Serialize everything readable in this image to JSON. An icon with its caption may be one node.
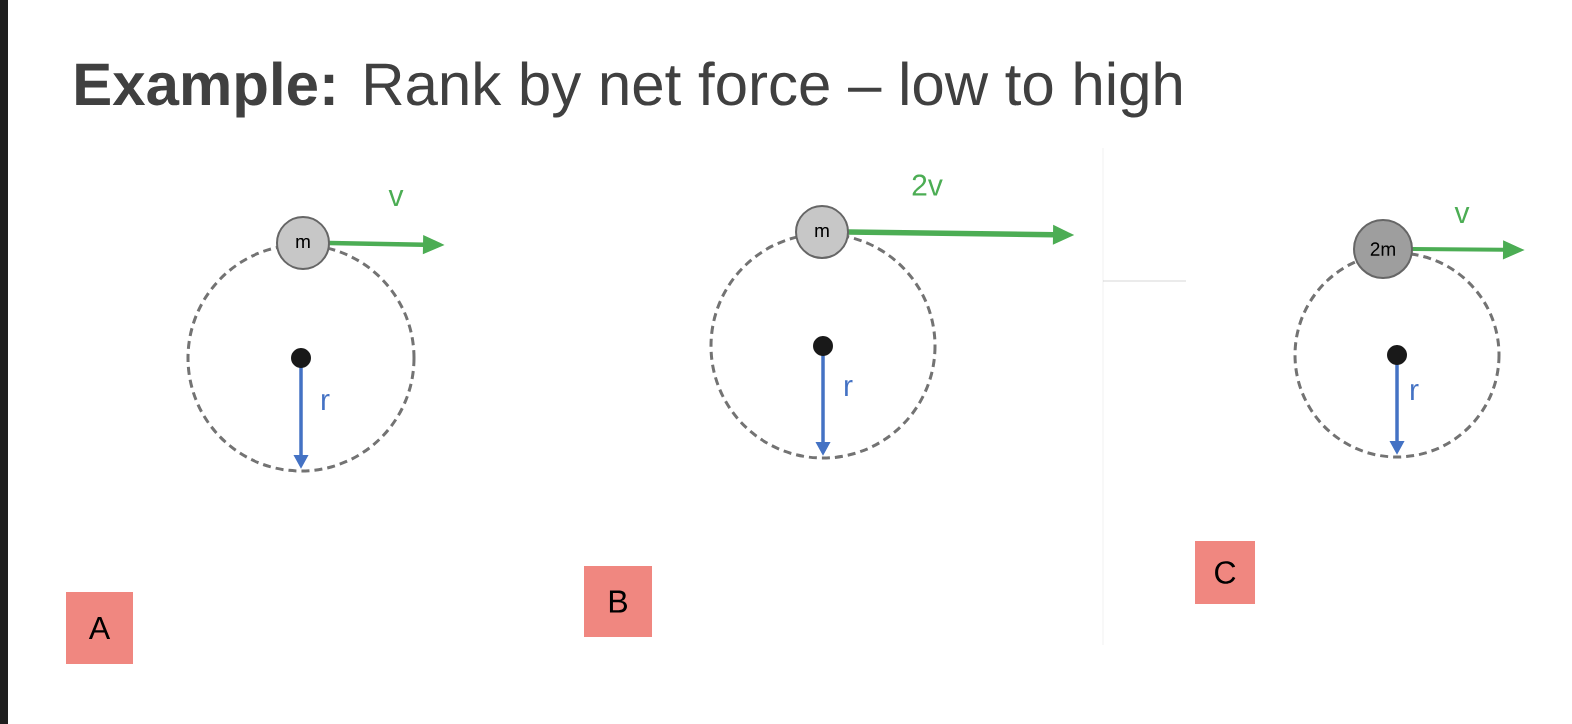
{
  "diagram": {
    "title": "**Example:**  Rank by net force – low to high",
    "nodes": [
      {
        "text": [
          "m"
        ]
      },
      {
        "text": [
          "m"
        ]
      },
      {
        "text": [
          "2m"
        ]
      },
      {
        "text": [
          "A"
        ]
      },
      {
        "text": [
          "B"
        ]
      },
      {
        "text": [
          "C"
        ]
      }
    ],
    "labels": [
      "v",
      "r",
      "2v",
      "r",
      "v",
      "r"
    ]
  }
}
